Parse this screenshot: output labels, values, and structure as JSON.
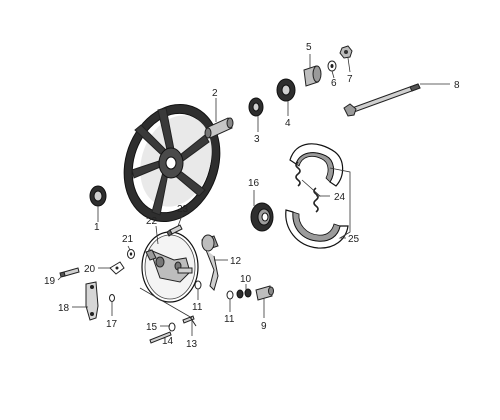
{
  "callouts": {
    "c1": "1",
    "c2": "2",
    "c3": "3",
    "c4": "4",
    "c5": "5",
    "c6": "6",
    "c7": "7",
    "c8": "8",
    "c9": "9",
    "c10": "10",
    "c11a": "11",
    "c11b": "11",
    "c12": "12",
    "c13": "13",
    "c14": "14",
    "c15": "15",
    "c16": "16",
    "c17": "17",
    "c18": "18",
    "c19": "19",
    "c20": "20",
    "c21": "21",
    "c22": "22",
    "c23": "23",
    "c24": "24",
    "c25": "25"
  }
}
